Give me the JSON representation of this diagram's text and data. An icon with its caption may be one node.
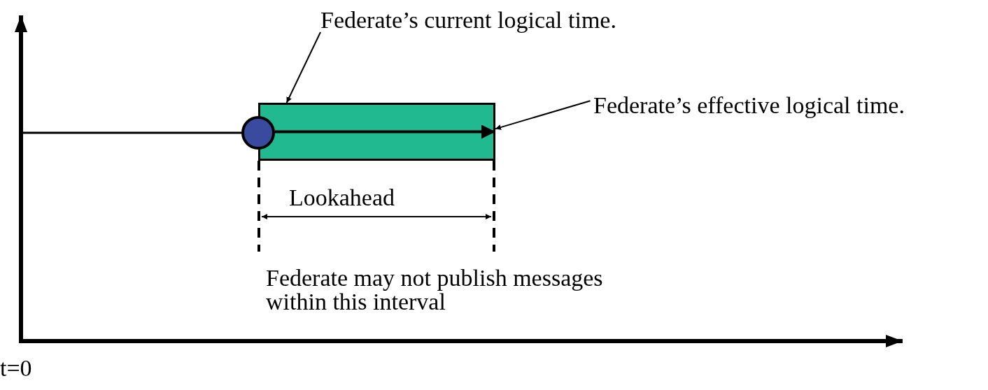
{
  "diagram": {
    "nodes": [
      {
        "text": [
          "Federate’s current logical time."
        ]
      },
      {
        "text": [
          "Federate’s effective logical time."
        ]
      },
      {
        "text": [],
        "shape": "circle"
      },
      {
        "text": [],
        "shape": "bar"
      }
    ],
    "edges": [
      {
        "from": 0,
        "to": 3,
        "arrow": "to"
      },
      {
        "from": 1,
        "to": 3,
        "arrow": "to"
      },
      {
        "from": 2,
        "to": 3,
        "arrow": "to"
      }
    ],
    "labels": [
      "Lookahead",
      "Federate may not publish messages within this interval",
      "t=0"
    ]
  }
}
